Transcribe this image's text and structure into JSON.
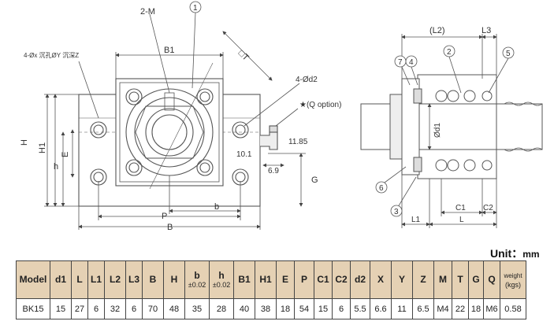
{
  "left_view": {
    "labels": {
      "two_m": "2-M",
      "callout_1": "1",
      "b1": "B1",
      "t_box": "□T",
      "counterbore_note": "4-Øx 沉孔ØY 沉深Z",
      "four_d2": "4-Ød2",
      "q_option": "★(Q option)",
      "dim_10_1": "10.1",
      "dim_11_85": "11.85",
      "dim_6_9": "6.9",
      "g": "G",
      "h_upper": "H",
      "h1": "H1",
      "h_lower": "h",
      "e": "E",
      "p": "P",
      "b_small": "b",
      "b_big": "B"
    }
  },
  "right_view": {
    "labels": {
      "l2": "(L2)",
      "l3": "L3",
      "c2_callout": "2",
      "c5_callout": "5",
      "c7_callout": "7",
      "c4_callout": "4",
      "c6_callout": "6",
      "c3_callout": "3",
      "d1": "Ød1",
      "c1": "C1",
      "c2": "C2",
      "l1": "L1",
      "l": "L"
    }
  },
  "unit": {
    "label": "Unit：",
    "value": "mm"
  },
  "table": {
    "headers": [
      {
        "top": "Model",
        "sub": ""
      },
      {
        "top": "d1",
        "sub": ""
      },
      {
        "top": "L",
        "sub": ""
      },
      {
        "top": "L1",
        "sub": ""
      },
      {
        "top": "L2",
        "sub": ""
      },
      {
        "top": "L3",
        "sub": ""
      },
      {
        "top": "B",
        "sub": ""
      },
      {
        "top": "H",
        "sub": ""
      },
      {
        "top": "b",
        "sub": "±0.02"
      },
      {
        "top": "h",
        "sub": "±0.02"
      },
      {
        "top": "B1",
        "sub": ""
      },
      {
        "top": "H1",
        "sub": ""
      },
      {
        "top": "E",
        "sub": ""
      },
      {
        "top": "P",
        "sub": ""
      },
      {
        "top": "C1",
        "sub": ""
      },
      {
        "top": "C2",
        "sub": ""
      },
      {
        "top": "d2",
        "sub": ""
      },
      {
        "top": "X",
        "sub": ""
      },
      {
        "top": "Y",
        "sub": ""
      },
      {
        "top": "Z",
        "sub": ""
      },
      {
        "top": "M",
        "sub": ""
      },
      {
        "top": "T",
        "sub": ""
      },
      {
        "top": "G",
        "sub": ""
      },
      {
        "top": "Q",
        "sub": ""
      },
      {
        "top": "weight",
        "sub": "(kgs)"
      }
    ],
    "rows": [
      [
        "BK15",
        "15",
        "27",
        "6",
        "32",
        "6",
        "70",
        "48",
        "35",
        "28",
        "40",
        "38",
        "18",
        "54",
        "15",
        "6",
        "5.5",
        "6.6",
        "11",
        "6.5",
        "M4",
        "22",
        "18",
        "M6",
        "0.58"
      ]
    ]
  }
}
